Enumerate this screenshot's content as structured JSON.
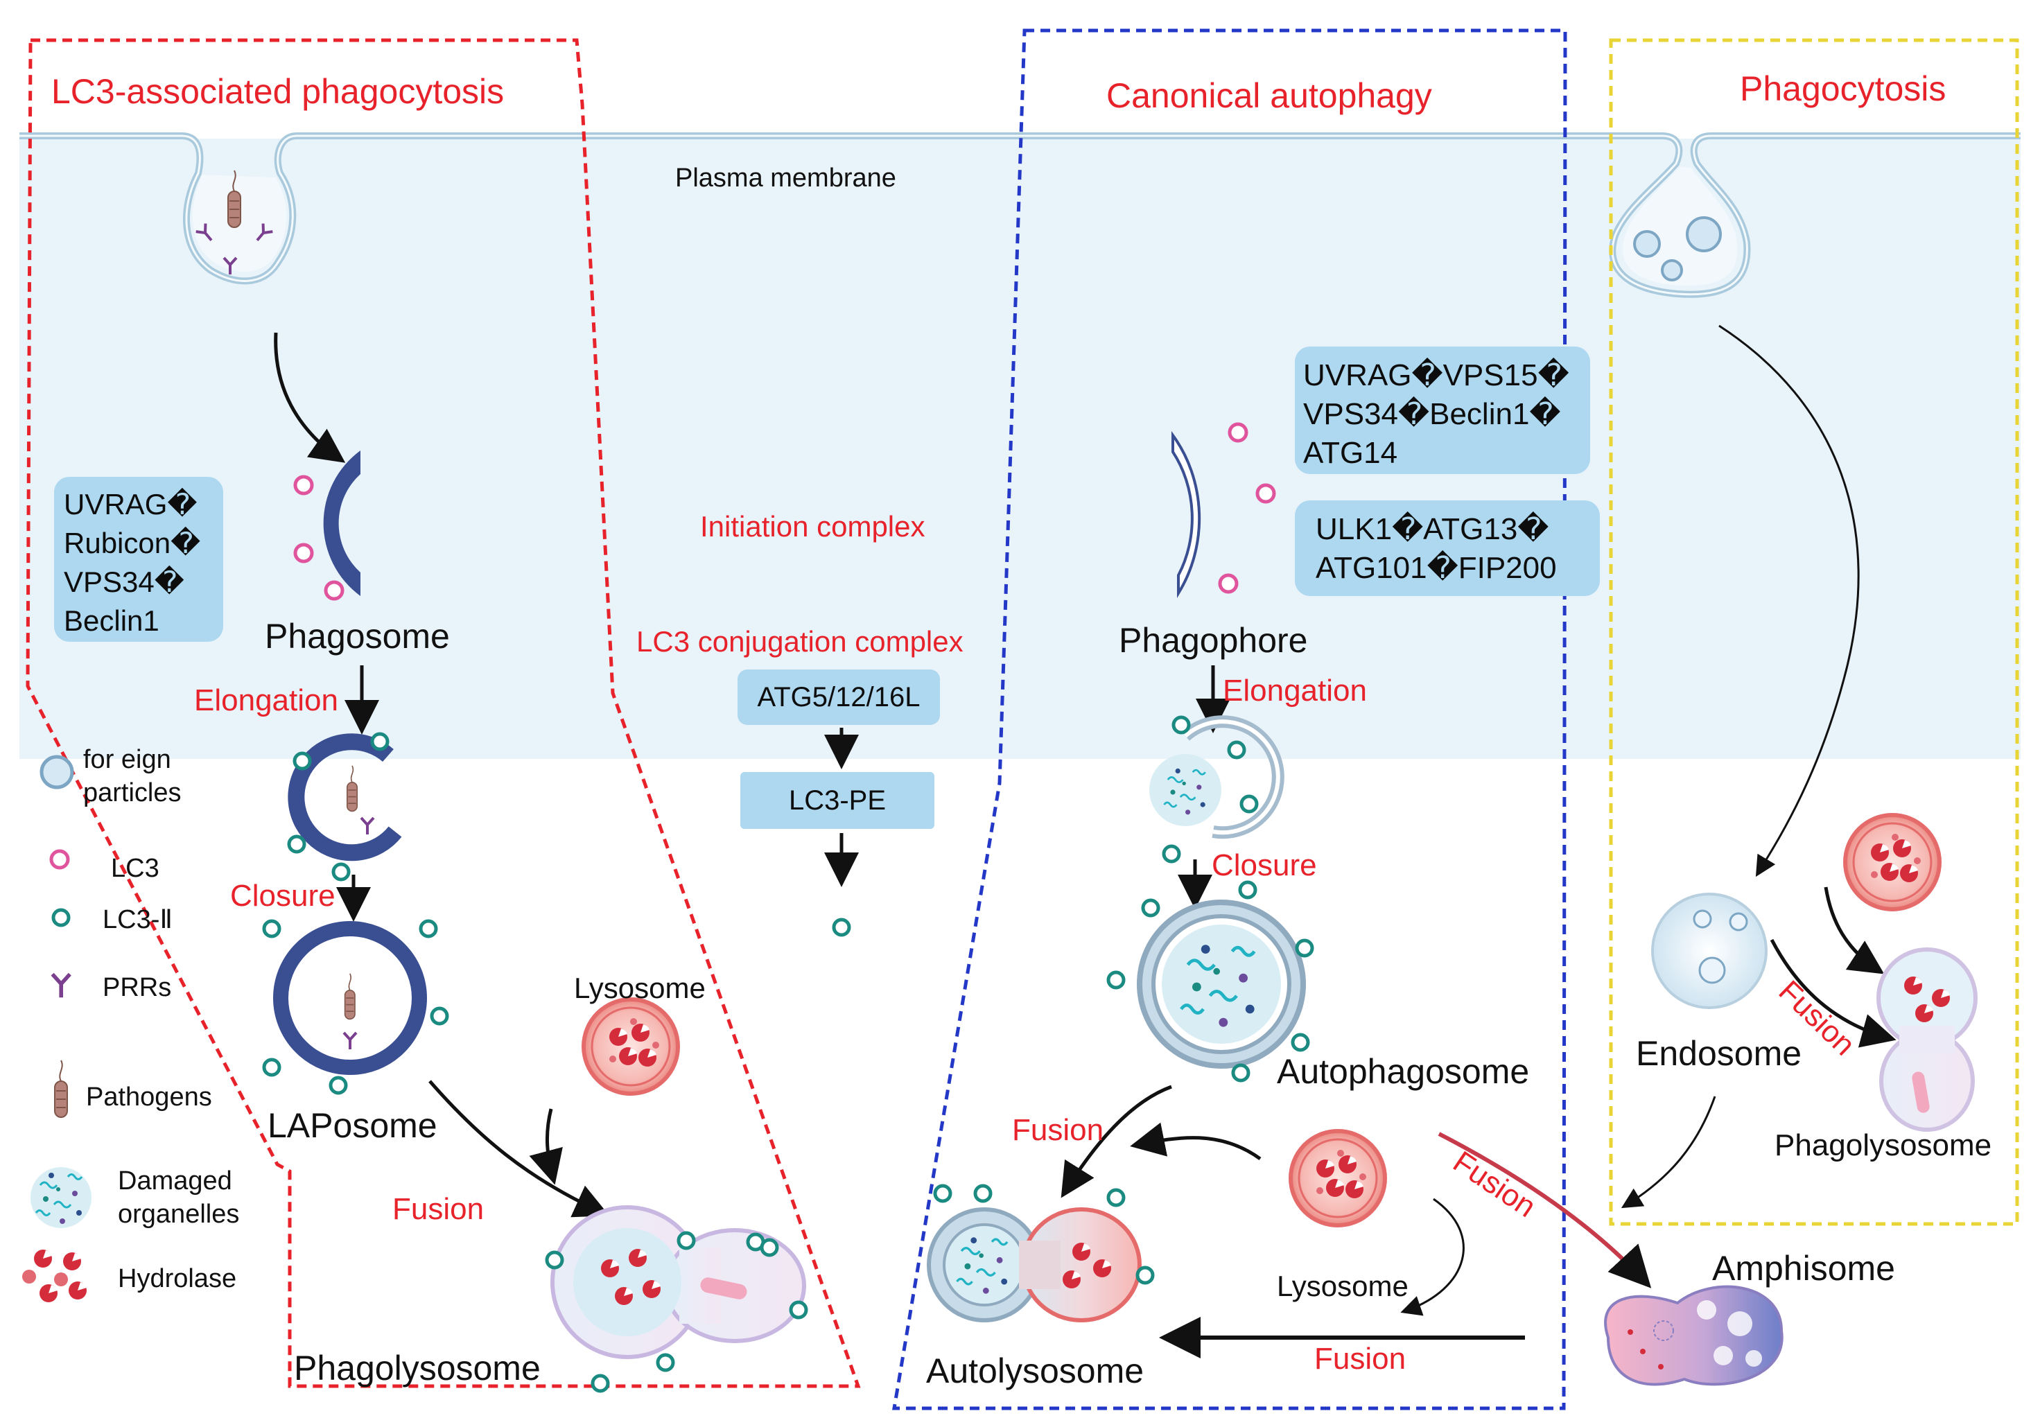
{
  "regions": {
    "lap": "LC3-associated phagocytosis",
    "canonical": "Canonical autophagy",
    "phagocytosis": "Phagocytosis"
  },
  "membrane_label": "Plasma membrane",
  "complex_labels": {
    "initiation": "Initiation complex",
    "conjugation": "LC3 conjugation complex"
  },
  "boxes": {
    "lap_complex": [
      "UVRAG�",
      "Rubicon�",
      "VPS34�",
      "Beclin1"
    ],
    "autophagy_complex_1": [
      "UVRAG�VPS15�",
      "VPS34�Beclin1�",
      "ATG14"
    ],
    "autophagy_complex_2": [
      "ULK1�ATG13�",
      "ATG101�FIP200"
    ],
    "atg": "ATG5/12/16L",
    "lc3pe": "LC3-PE"
  },
  "structures": {
    "phagosome": "Phagosome",
    "laposome": "LAPosome",
    "phagolysosome_left": "Phagolysosome",
    "lysosome_left": "Lysosome",
    "phagophore": "Phagophore",
    "autophagosome": "Autophagosome",
    "autolysosome": "Autolysosome",
    "lysosome_mid": "Lysosome",
    "endosome": "Endosome",
    "phagolysosome_right": "Phagolysosome",
    "amphisome": "Amphisome"
  },
  "steps": {
    "elongation_left": "Elongation",
    "closure_left": "Closure",
    "fusion_left": "Fusion",
    "elongation_mid": "Elongation",
    "closure_mid": "Closure",
    "fusion_mid_top": "Fusion",
    "fusion_mid_bottom": "Fusion",
    "fusion_amphisome": "Fusion",
    "fusion_right": "Fusion"
  },
  "legend": {
    "foreign_particles": [
      "for eign",
      "particles"
    ],
    "lc3": "LC3",
    "lc3_ii": "LC3-Ⅱ",
    "prrs": "PRRs",
    "pathogens": "Pathogens",
    "damaged_organelles": [
      "Damaged",
      "organelles"
    ],
    "hydrolase": "Hydrolase"
  },
  "colors": {
    "cytoplasm": "#e9f3fa",
    "membrane": "#a9c9dc",
    "complex_box": "#aed8ef",
    "lap_border": "#e8222a",
    "canonical_border": "#2438c8",
    "phagocytosis_border": "#e8d435",
    "red_text": "#e8222a",
    "phagosome": "#3a4e92",
    "lc3": "#e0549e",
    "lc3_ii": "#1b8a80",
    "prr": "#7a3f8e",
    "lysosome": "#e56b6b",
    "hydrolase": "#d42c3a",
    "pathogen": "#b6837a"
  },
  "icons": [
    "foreign-particle-icon",
    "lc3-icon",
    "lc3-ii-icon",
    "prr-icon",
    "pathogen-icon",
    "damaged-organelles-icon",
    "hydrolase-icon"
  ]
}
